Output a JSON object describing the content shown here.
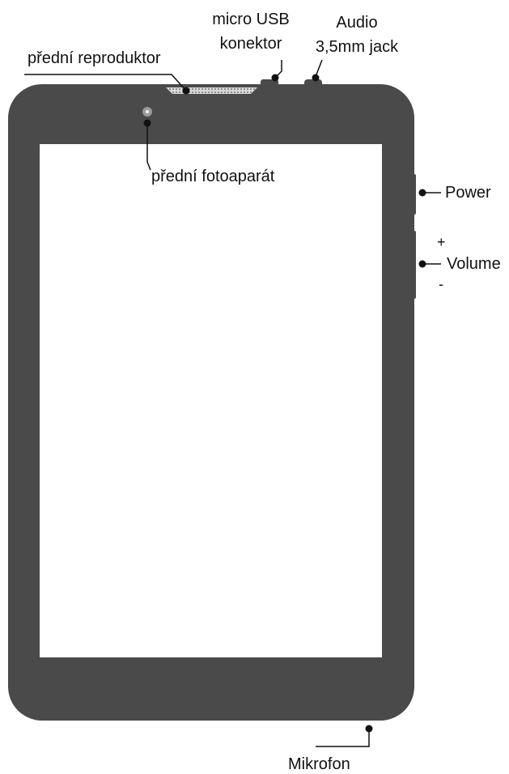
{
  "labels": {
    "front_speaker": "přední reproduktor",
    "micro_usb_line1": "micro USB",
    "micro_usb_line2": "konektor",
    "audio_line1": "Audio",
    "audio_line2": "3,5mm jack",
    "front_camera": "přední fotoaparát",
    "power": "Power",
    "volume_plus": "+",
    "volume": "Volume",
    "volume_minus": "-",
    "microphone": "Mikrofon"
  },
  "colors": {
    "body": "#4a4a4a",
    "screen": "#ffffff",
    "speaker_grille": "#e6e6e6",
    "callout_line": "#111111",
    "callout_dot": "#111111",
    "camera_lens": "#9a9a9a",
    "camera_lens_center": "#ededed",
    "text": "#111111"
  }
}
